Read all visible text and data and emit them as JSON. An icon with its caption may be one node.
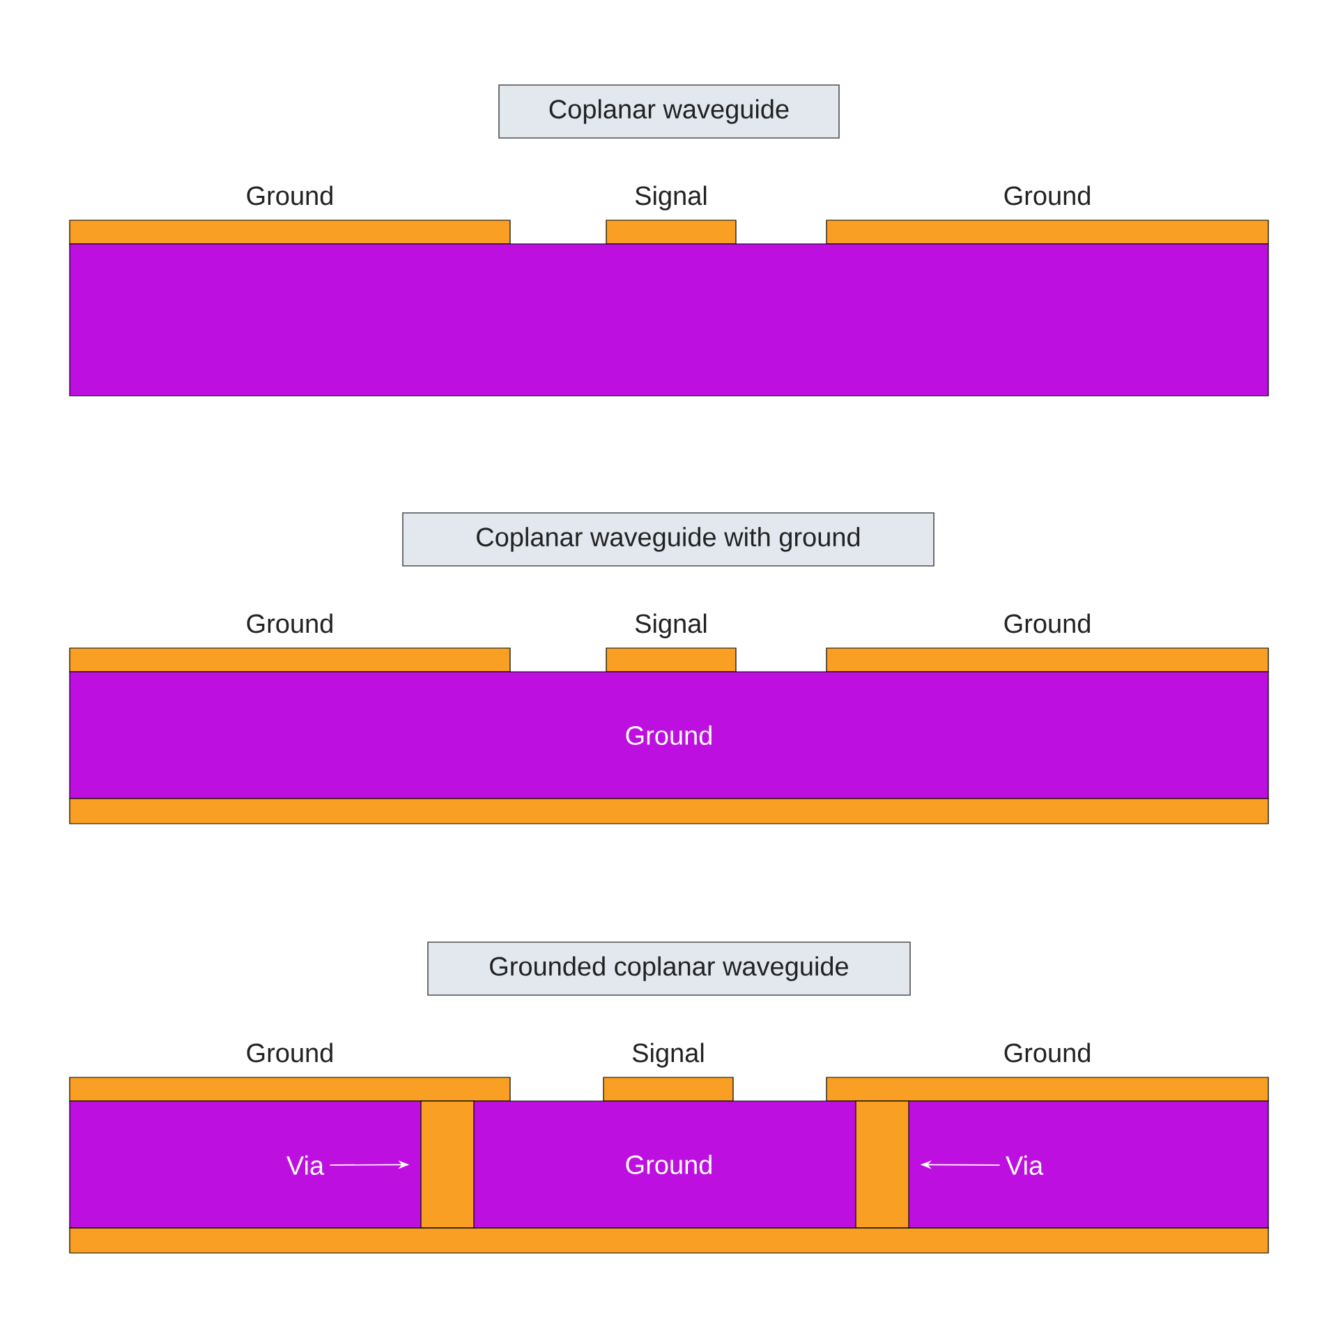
{
  "diagram": {
    "nodes": [
      {
        "text": [
          "Coplanar waveguide"
        ]
      },
      {
        "text": [
          "Ground"
        ]
      },
      {
        "text": [
          "Signal"
        ]
      },
      {
        "text": [
          "Ground"
        ]
      },
      {
        "text": [],
        "shape": "box"
      },
      {
        "text": [
          "Coplanar waveguide with ground"
        ]
      },
      {
        "text": [
          "Ground"
        ]
      },
      {
        "text": [
          "Signal"
        ]
      },
      {
        "text": [
          "Ground"
        ]
      },
      {
        "text": [
          "Ground"
        ]
      },
      {
        "text": [],
        "shape": "box"
      },
      {
        "text": [
          "Grounded coplanar waveguide"
        ]
      },
      {
        "text": [
          "Ground"
        ]
      },
      {
        "text": [
          "Signal"
        ]
      },
      {
        "text": [
          "Ground"
        ]
      },
      {
        "text": [
          "Ground"
        ]
      },
      {
        "text": [
          "Via"
        ],
        "in": 15
      },
      {
        "text": [],
        "shape": "box",
        "in": 15
      },
      {
        "text": [],
        "shape": "box",
        "in": 15
      },
      {
        "text": [
          "Via"
        ],
        "in": 15
      },
      {
        "text": [],
        "shape": "box"
      }
    ],
    "edges": [
      {
        "from": 16,
        "to": 17,
        "arrow": "to"
      },
      {
        "from": 19,
        "to": 18,
        "arrow": "to"
      }
    ]
  }
}
